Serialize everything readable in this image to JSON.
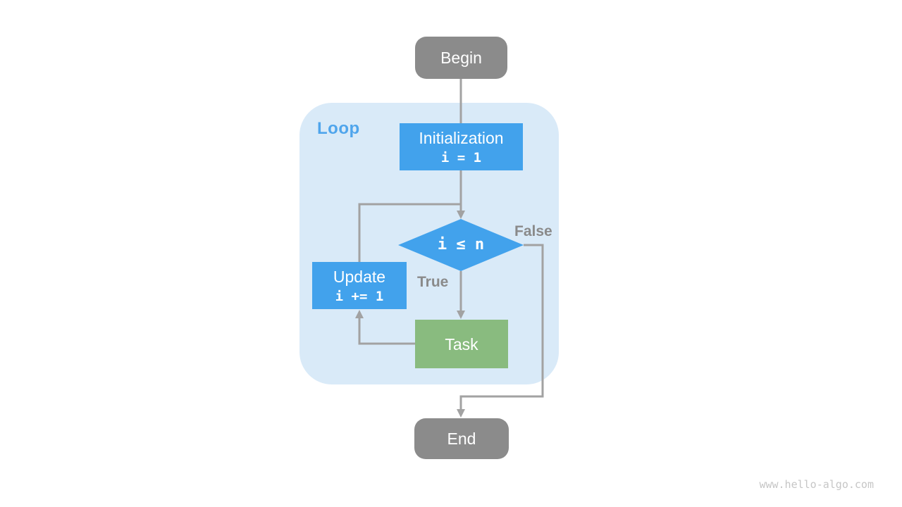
{
  "page": {
    "watermark": "www.hello-algo.com"
  },
  "flowchart": {
    "nodes": {
      "begin": {
        "label": "Begin"
      },
      "loop": {
        "label": "Loop"
      },
      "initialization": {
        "title": "Initialization",
        "code": "i = 1"
      },
      "condition": {
        "code": "i ≤ n"
      },
      "update": {
        "title": "Update",
        "code": "i += 1"
      },
      "task": {
        "label": "Task"
      },
      "end": {
        "label": "End"
      }
    },
    "edge_labels": {
      "true": "True",
      "false": "False"
    },
    "colors": {
      "node_blue": "#42A2EC",
      "node_green": "#89BB7F",
      "node_gray": "#8B8B8B",
      "loop_background": "#D9EAF8",
      "loop_label": "#4FA5EC",
      "arrow": "#A2A2A2",
      "edge_label": "#8A8A8A",
      "watermark": "#C6C6C6"
    }
  }
}
